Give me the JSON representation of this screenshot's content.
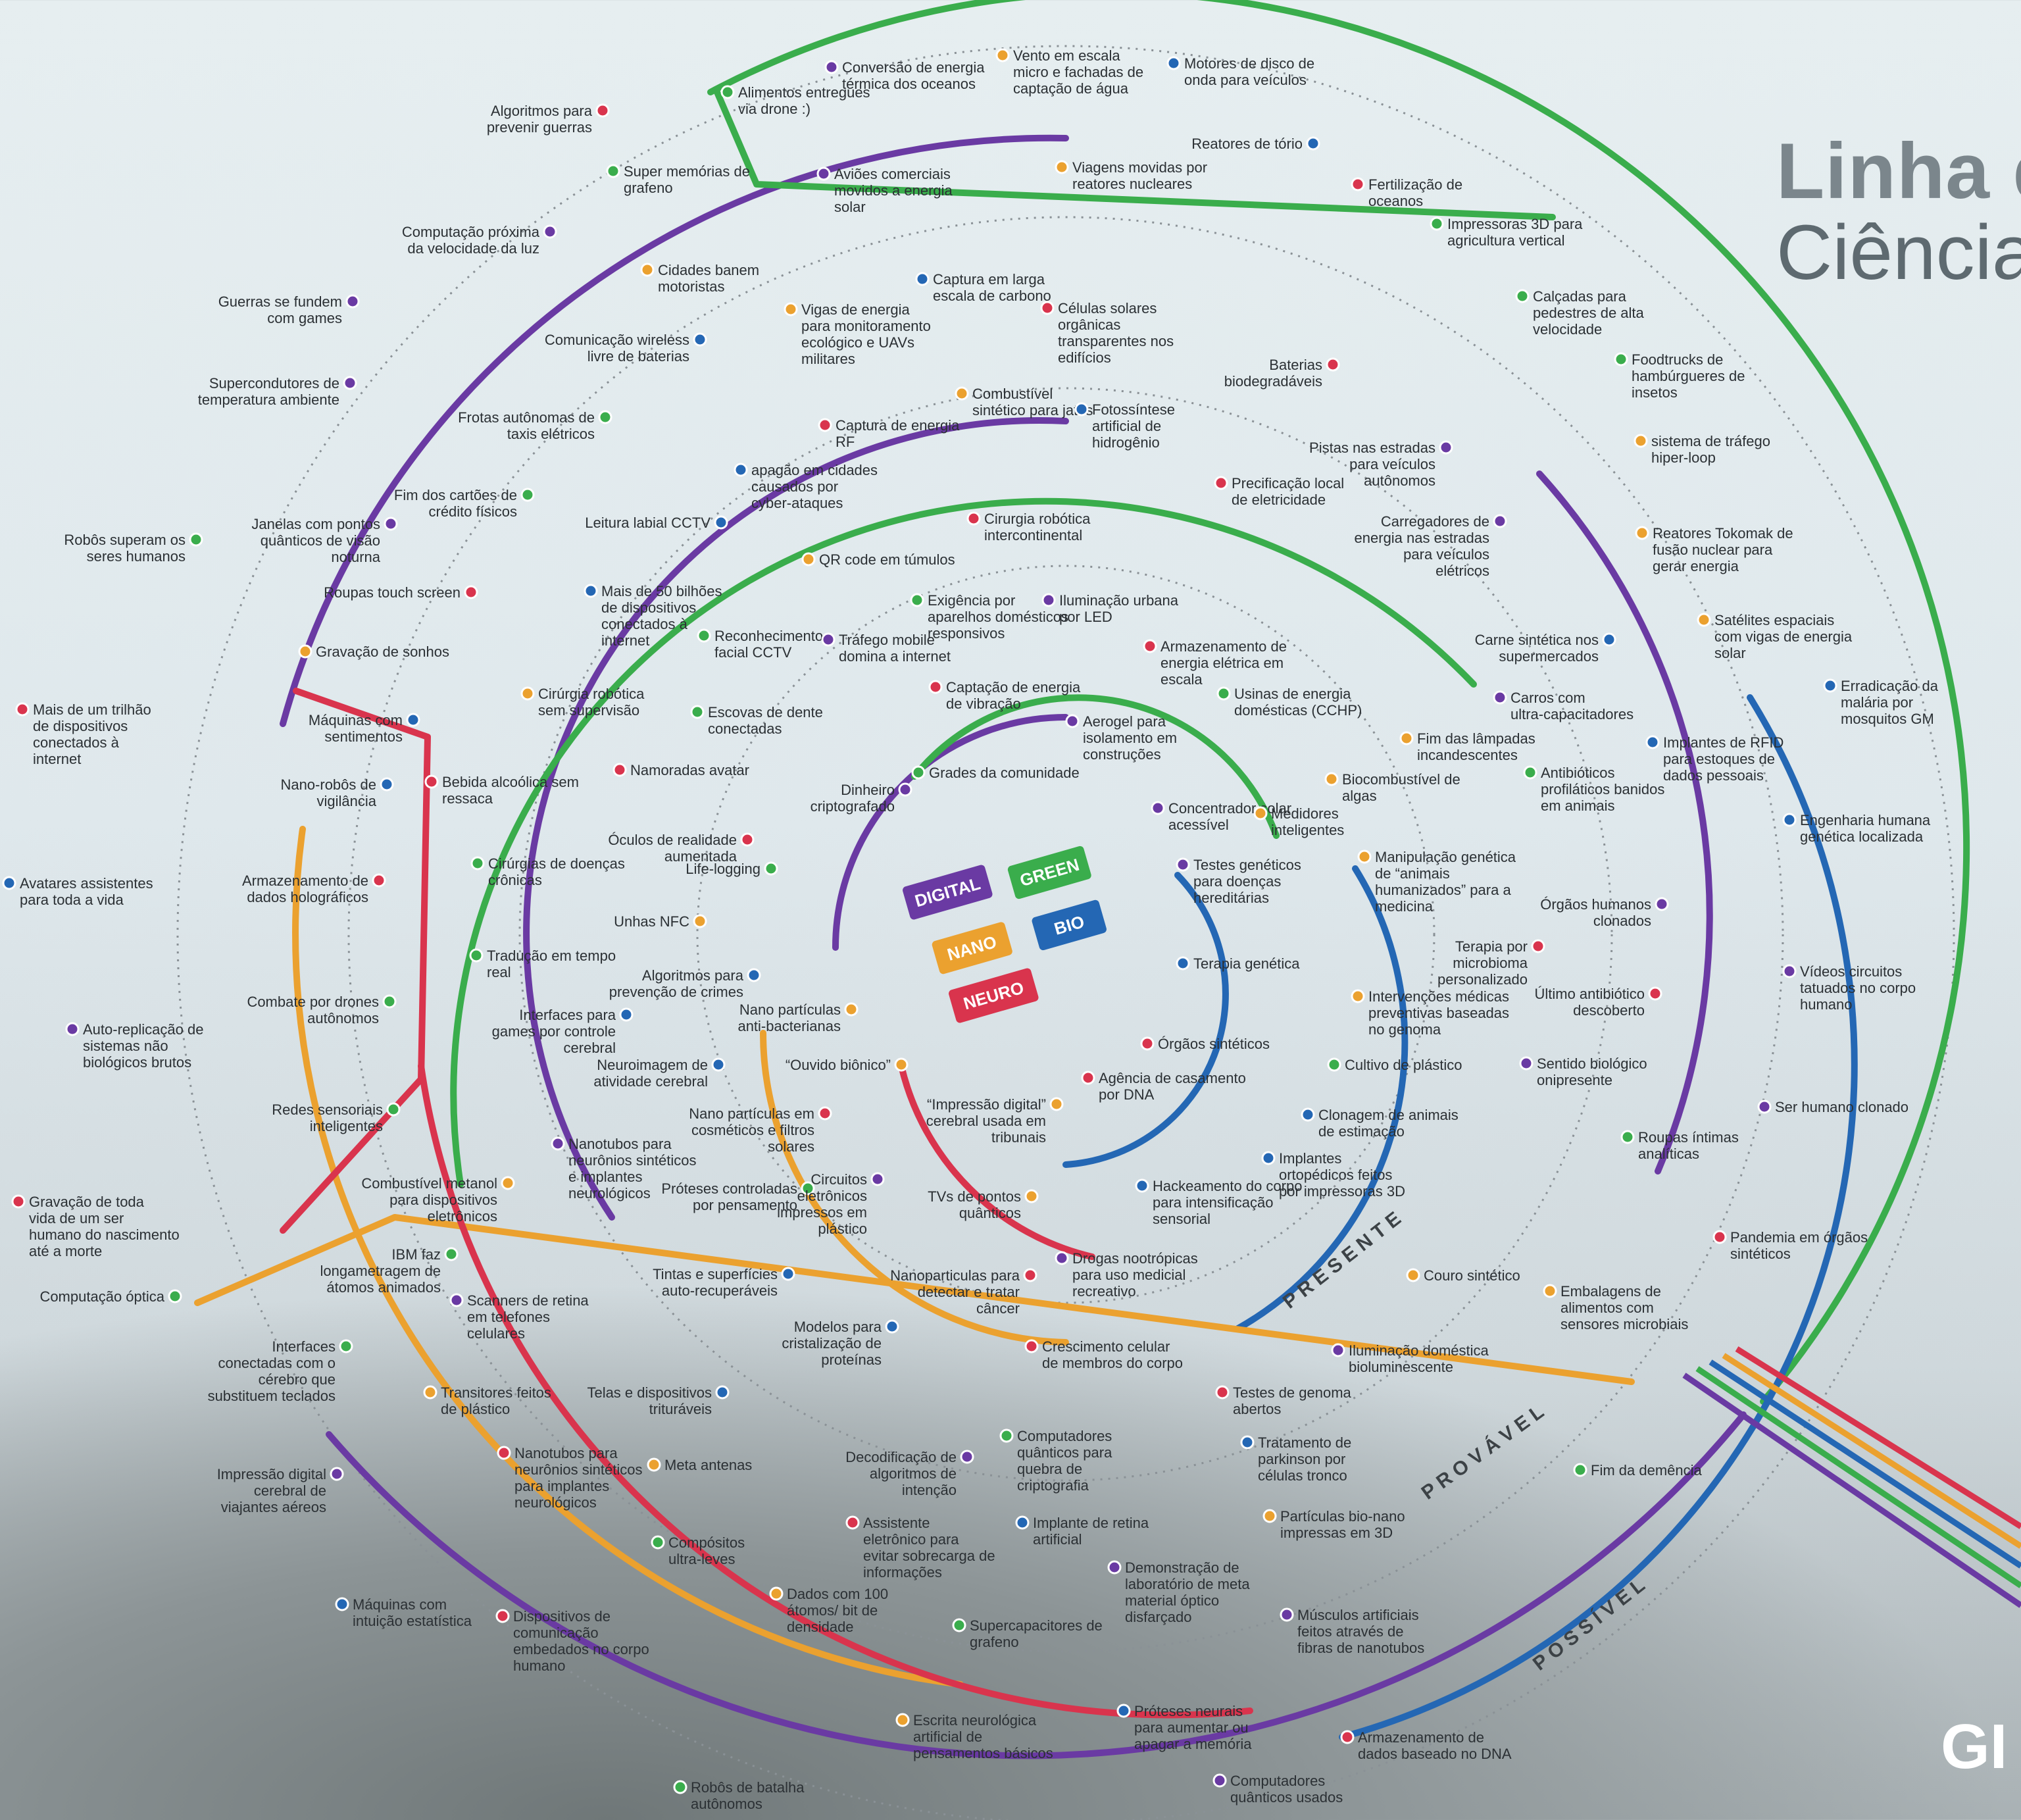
{
  "title": {
    "main": "Linha d",
    "sub": "Ciência"
  },
  "brand": "GI",
  "colors": {
    "digital": "#6a3aa3",
    "green": "#3aad4c",
    "bio": "#2467b4",
    "nano": "#eba12f",
    "neuro": "#d9344d"
  },
  "hub_labels": {
    "digital": "DIGITAL",
    "green": "GREEN",
    "nano": "NANO",
    "bio": "BIO",
    "neuro": "NEURO"
  },
  "ring_labels": {
    "presente": "PRESENTE",
    "provavel": "PROVÁVEL",
    "possivel": "POSSÍVEL"
  },
  "events": [
    "Alimentos entregues via drone :)",
    "Conversão de energia térmica dos oceanos",
    "Vento em escala micro e fachadas de captação de água",
    "Motores de disco de onda para veículos",
    "Algoritmos para prevenir guerras",
    "Super memórias de grafeno",
    "Aviões comerciais movidos a energia solar",
    "Viagens movidas por reatores nucleares",
    "Reatores de tório",
    "Fertilização de oceanos",
    "Impressoras 3D para agricultura vertical",
    "Computação próxima da velocidade da luz",
    "Cidades banem motoristas",
    "Captura em larga escala de carbono",
    "Células solares orgânicas transparentes nos edifícios",
    "Calçadas para pedestres de alta velocidade",
    "Guerras se fundem com games",
    "Vigas de energia para monitoramento ecológico e UAVs militares",
    "Comunicação wireless livre de baterias",
    "Baterias biodegradáveis",
    "Foodtrucks de hambúrgueres de insetos",
    "Supercondutores de temperatura ambiente",
    "Combustível sintético para jatos",
    "Fotossíntese artificial de hidrogênio",
    "Captura de energia RF",
    "Frotas autônomas de taxis elétricos",
    "Pistas nas estradas para veículos autônomos",
    "sistema de tráfego hiper-loop",
    "apagão em cidades causados por cyber-ataques",
    "Precificação local de eletricidade",
    "Fim dos cartões de crédito físicos",
    "Carregadores de energia nas estradas para veículos elétricos",
    "Reatores Tokomak de fusão nuclear para gerar energia",
    "Leitura labial CCTV",
    "Cirurgia robótica intercontinental",
    "Robôs superam os seres humanos",
    "Janelas com pontos quânticos de visão noturna",
    "QR code em túmulos",
    "Mais de 50 bilhões de dispositivos conectados à internet",
    "Roupas touch screen",
    "Exigência por aparelhos domésticos responsivos",
    "Iluminação urbana por LED",
    "Satélites espaciais com vigas de energia solar",
    "Carne sintética nos supermercados",
    "Armazenamento de energia elétrica em escala",
    "Reconhecimento facial CCTV",
    "Tráfego mobile domina a internet",
    "Gravação de sonhos",
    "Erradicação da malária por mosquitos GM",
    "Captação de energia de vibração",
    "Usinas de energia domésticas (CCHP)",
    "Carros com ultra-capacitadores",
    "Cirúrgia robótica sem supervisão",
    "Máquinas com sentimentos",
    "Mais de um trilhão de dispositivos conectados à internet",
    "Escovas de dente conectadas",
    "Aerogel para isolamento em construções",
    "Fim das lâmpadas incandescentes",
    "Implantes de RFID para estoques de dados pessoais",
    "Namoradas avatar",
    "Grades da comunidade",
    "Dinheiro criptografado",
    "Biocombustível de algas",
    "Nano-robôs de vigilância",
    "Bebida alcoólica sem ressaca",
    "Antibióticos profiláticos banidos em animais",
    "Concentrador solar acessível",
    "Medidores inteligentes",
    "Engenharia humana genética localizada",
    "Óculos de realidade aumentada",
    "Life-logging",
    "Testes genéticos para doenças hereditárias",
    "Manipulação genética de “animais humanizados” para a medicina",
    "Avatares assistentes para toda a vida",
    "Armazenamento de dados holográficos",
    "Cirúrgias de doenças crônicas",
    "Órgãos humanos clonados",
    "Unhas NFC",
    "Terapia genética",
    "Terapia por microbioma personalizado",
    "Tradução em tempo real",
    "Vídeos circuitos tatuados no corpo humano",
    "Intervenções médicas preventivas baseadas no genoma",
    "Algoritmos para prevenção de crimes",
    "Último antibiótico descoberto",
    "Combate por drones autônomos",
    "Auto-replicação de sistemas não biológicos brutos",
    "Nano partículas anti-bacterianas",
    "Interfaces para games por controle cerebral",
    "Órgãos sintéticos",
    "Cultivo de plástico",
    "Sentido biológico onipresente",
    "“Ouvido biônico”",
    "Neuroimagem de atividade cerebral",
    "Agência de casamento por DNA",
    "Redes sensoriais inteligentes",
    "Ser humano clonado",
    "“Impressão digital” cerebral usada em tribunais",
    "Clonagem de animais de estimação",
    "Nano partículas em cosméticos e filtros solares",
    "Roupas íntimas analíticas",
    "Nanotubos para neurônios sintéticos e implantes neurológicos",
    "Combustível metanol para dispositivos eletrônicos",
    "Implantes ortopédicos feitos por impressoras 3D",
    "Gravação de toda vida de um ser humano do nascimento até a morte",
    "Próteses controladas por pensamento",
    "Circuitos eletrônicos impressos em plástico",
    "TVs de pontos quânticos",
    "Hackeamento do corpo para intensificação sensorial",
    "Pandemia em órgãos sintéticos",
    "IBM faz longametragem de átomos animados",
    "Drogas nootrópicas para uso medicial recreativo",
    "Couro sintético",
    "Tintas e superfícies auto-recuperáveis",
    "Nanoparticulas para detectar e tratar câncer",
    "Computação óptica",
    "Scanners de retina em telefones celulares",
    "Embalagens de alimentos com sensores microbiais",
    "Modelos para cristalização de proteínas",
    "Crescimento celular de membros do corpo",
    "Interfaces conectadas com o cérebro que substituem teclados",
    "Iluminação doméstica bioluminescente",
    "Transitores feitos de plástico",
    "Telas e dispositivos trituráveis",
    "Testes de genoma abertos",
    "Computadores quânticos para quebra de criptografia",
    "Decodificação de algoritmos de intenção",
    "Meta antenas",
    "Tratamento de parkinson por células tronco",
    "Nanotubos para neurônios sintéticos para implantes neurológicos",
    "Fim da demência",
    "Impressão digital cerebral de viajantes aéreos",
    "Partículas bio-nano impressas em 3D",
    "Implante de retina artificial",
    "Assistente eletrônico para evitar sobrecarga de informações",
    "Compósitos ultra-leves",
    "Demonstração de laboratório de meta material óptico disfarçado",
    "Dados com 100 átomos/ bit de densidade",
    "Máquinas com intuição estatística",
    "Dispositivos de comunicação embedados no corpo humano",
    "Supercapacitores de grafeno",
    "Músculos artificiais feitos através de fibras de nanotubos",
    "Escrita neurológica artificial de pensamentos básicos",
    "Próteses neurais para aumentar ou apagar a memória",
    "Armazenamento de dados baseado no DNA",
    "Robôs de batalha autônomos",
    "Computadores quânticos usados"
  ]
}
